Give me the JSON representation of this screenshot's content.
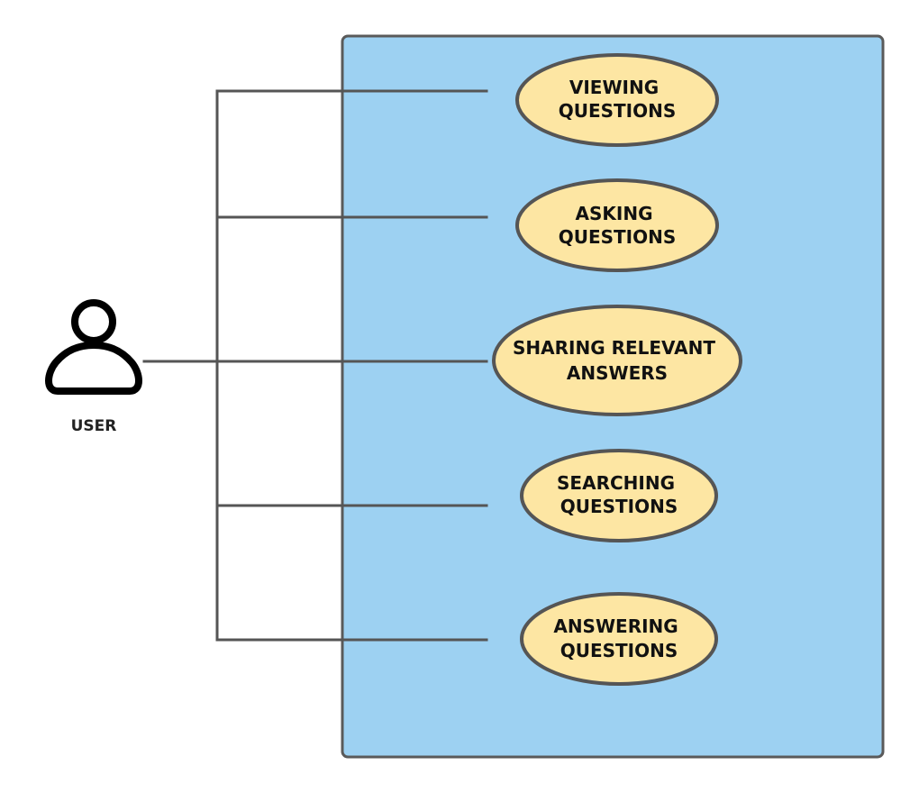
{
  "actor": {
    "label": "USER",
    "icon": "person-icon"
  },
  "use_cases": [
    {
      "line1": "VIEWING",
      "line2": "QUESTIONS"
    },
    {
      "line1": "ASKING",
      "line2": "QUESTIONS"
    },
    {
      "line1": "SHARING RELEVANT",
      "line2": "ANSWERS"
    },
    {
      "line1": "SEARCHING",
      "line2": "QUESTIONS"
    },
    {
      "line1": "ANSWERING",
      "line2": "QUESTIONS"
    }
  ],
  "colors": {
    "system_boundary_fill": "#9dd1f2",
    "system_boundary_stroke": "#5a5a5a",
    "use_case_fill": "#fde6a3",
    "use_case_stroke": "#555555",
    "connector_stroke": "#555555",
    "actor_stroke": "#000000"
  }
}
